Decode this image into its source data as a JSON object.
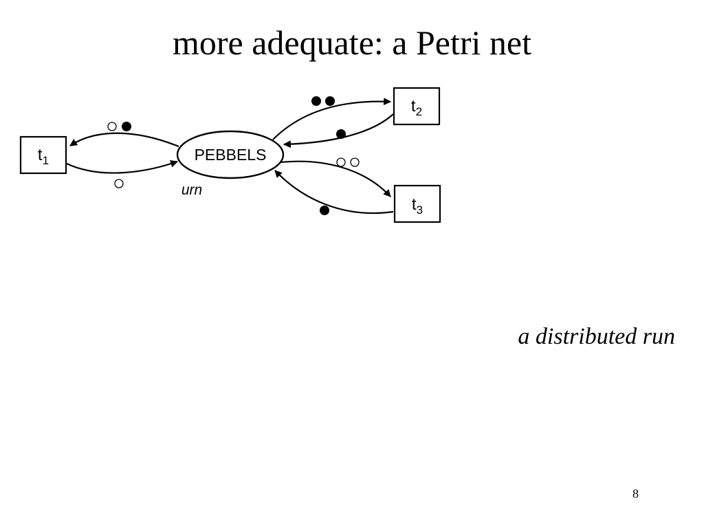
{
  "slide": {
    "title": "more adequate: a Petri net",
    "caption": "a distributed run",
    "page_number": "8"
  },
  "petri_net": {
    "place": {
      "label": "PEBBELS",
      "sublabel": "urn"
    },
    "transitions": [
      {
        "id": "t1",
        "base": "t",
        "subscript": "1"
      },
      {
        "id": "t2",
        "base": "t",
        "subscript": "2"
      },
      {
        "id": "t3",
        "base": "t",
        "subscript": "3"
      }
    ],
    "arcs": [
      {
        "from": "urn",
        "to": "t1",
        "tokens": [
          "white",
          "black"
        ]
      },
      {
        "from": "t1",
        "to": "urn",
        "tokens": [
          "white"
        ]
      },
      {
        "from": "urn",
        "to": "t2",
        "tokens": [
          "black",
          "black"
        ]
      },
      {
        "from": "t2",
        "to": "urn",
        "tokens": [
          "black"
        ]
      },
      {
        "from": "urn",
        "to": "t3",
        "tokens": [
          "white",
          "white"
        ]
      },
      {
        "from": "t3",
        "to": "urn",
        "tokens": [
          "black"
        ]
      }
    ]
  }
}
